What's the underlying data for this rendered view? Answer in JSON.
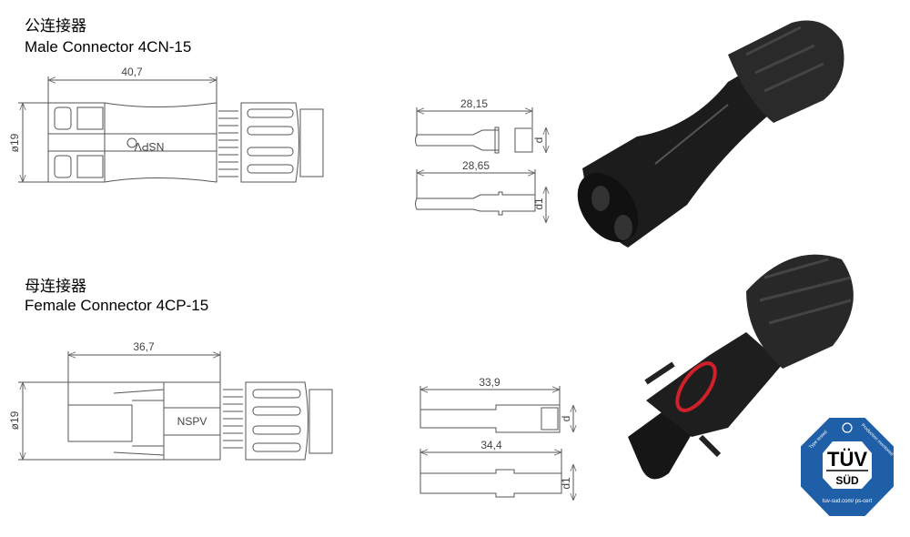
{
  "male": {
    "title_cn": "公连接器",
    "title_en": "Male Connector 4CN-15",
    "length": "40,7",
    "diameter": "ø19",
    "brand": "NSPV",
    "pin_length_1": "28,15",
    "pin_length_2": "28,65",
    "pin_dia_1": "d",
    "pin_dia_2": "d1"
  },
  "female": {
    "title_cn": "母连接器",
    "title_en": "Female Connector  4CP-15",
    "length": "36,7",
    "diameter": "ø19",
    "brand": "NSPV",
    "pin_length_1": "33,9",
    "pin_length_2": "34,4",
    "pin_dia_1": "d",
    "pin_dia_2": "d1"
  },
  "badge": {
    "top_left": "Type tested",
    "top_right": "Production monitored",
    "main": "TÜV",
    "sub": "SÜD",
    "url": "tuv-sud.com/ ps-cert"
  },
  "colors": {
    "line": "#555555",
    "badge_blue": "#1f5fa8",
    "ring_red": "#d0202a"
  }
}
